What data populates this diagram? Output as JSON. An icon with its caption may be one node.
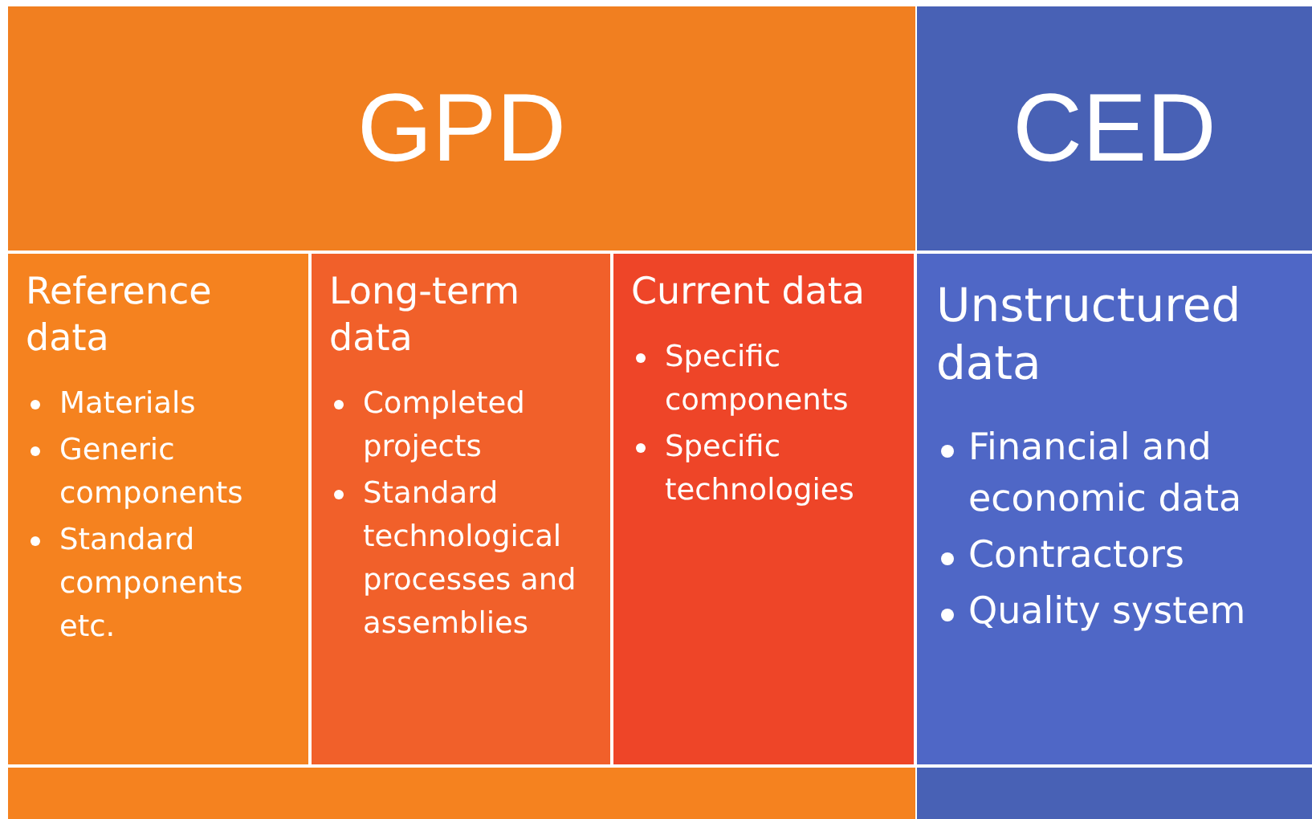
{
  "diagram": {
    "nodes": [
      {
        "text": [
          "GPD"
        ]
      },
      {
        "text": [
          "CED"
        ]
      },
      {
        "text": [
          "Reference data",
          "Materials",
          "Generic components",
          "Standard components etc."
        ]
      },
      {
        "text": [
          "Long-term data",
          "Completed projects",
          "Standard technological processes and assemblies"
        ]
      },
      {
        "text": [
          "Current data",
          "Specific components",
          "Specific technologies"
        ]
      },
      {
        "text": [
          "Unstructured data",
          "Financial and economic data",
          "Contractors",
          "Quality system"
        ]
      }
    ]
  }
}
